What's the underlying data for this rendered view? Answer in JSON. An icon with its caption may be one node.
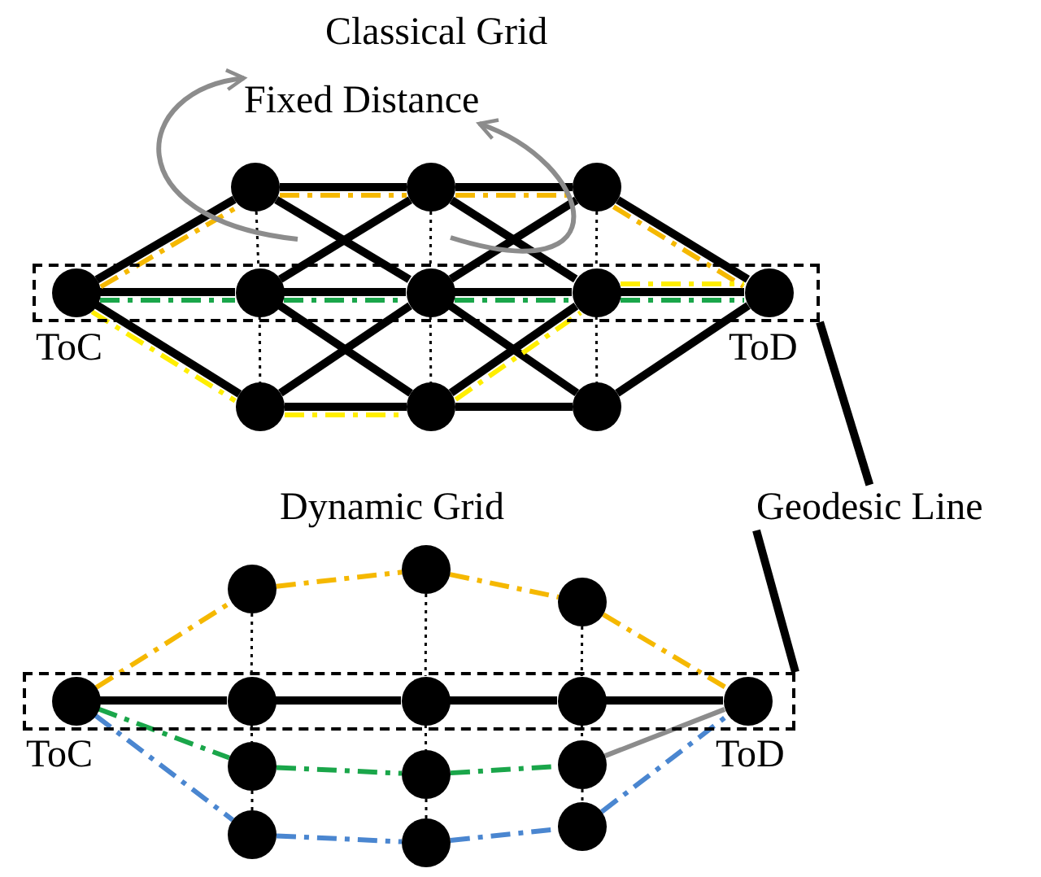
{
  "diagram": {
    "nodes": [
      {
        "text": [
          "Fixed Distance"
        ]
      },
      {
        "text": [
          "Geodesic Line"
        ]
      },
      {
        "text": [],
        "shape": "box"
      },
      {
        "text": [],
        "shape": "circle",
        "in": 2,
        "beside": [
          "ToC"
        ]
      },
      {
        "text": [],
        "shape": "circle",
        "in": 2
      },
      {
        "text": [],
        "shape": "circle",
        "in": 2
      },
      {
        "text": [],
        "shape": "circle",
        "in": 2
      },
      {
        "text": [],
        "shape": "circle",
        "in": 2,
        "beside": [
          "ToD"
        ]
      },
      {
        "text": [],
        "shape": "circle"
      },
      {
        "text": [],
        "shape": "circle"
      },
      {
        "text": [],
        "shape": "circle"
      },
      {
        "text": [],
        "shape": "circle"
      },
      {
        "text": [],
        "shape": "circle"
      },
      {
        "text": [],
        "shape": "circle"
      },
      {
        "text": [],
        "shape": "box"
      },
      {
        "text": [],
        "shape": "circle",
        "in": 14,
        "beside": [
          "ToC"
        ]
      },
      {
        "text": [],
        "shape": "circle",
        "in": 14
      },
      {
        "text": [],
        "shape": "circle",
        "in": 14
      },
      {
        "text": [],
        "shape": "circle",
        "in": 14
      },
      {
        "text": [],
        "shape": "circle",
        "in": 14,
        "beside": [
          "ToD"
        ]
      },
      {
        "text": [],
        "shape": "circle"
      },
      {
        "text": [],
        "shape": "circle"
      },
      {
        "text": [],
        "shape": "circle"
      },
      {
        "text": [],
        "shape": "circle"
      },
      {
        "text": [],
        "shape": "circle"
      },
      {
        "text": [],
        "shape": "circle"
      },
      {
        "text": [],
        "shape": "circle"
      },
      {
        "text": [],
        "shape": "circle"
      },
      {
        "text": [],
        "shape": "circle"
      }
    ],
    "edges": [
      {
        "from": 3,
        "to": 8,
        "arrow": "none"
      },
      {
        "from": 3,
        "to": 4,
        "arrow": "none"
      },
      {
        "from": 3,
        "to": 11,
        "arrow": "none"
      },
      {
        "from": 8,
        "to": 9,
        "arrow": "none"
      },
      {
        "from": 9,
        "to": 10,
        "arrow": "none"
      },
      {
        "from": 10,
        "to": 7,
        "arrow": "none"
      },
      {
        "from": 4,
        "to": 5,
        "arrow": "none"
      },
      {
        "from": 5,
        "to": 6,
        "arrow": "none"
      },
      {
        "from": 6,
        "to": 7,
        "arrow": "none"
      },
      {
        "from": 11,
        "to": 12,
        "arrow": "none"
      },
      {
        "from": 12,
        "to": 13,
        "arrow": "none"
      },
      {
        "from": 13,
        "to": 7,
        "arrow": "none"
      },
      {
        "from": 8,
        "to": 5,
        "arrow": "none"
      },
      {
        "from": 4,
        "to": 9,
        "arrow": "none"
      },
      {
        "from": 9,
        "to": 6,
        "arrow": "none"
      },
      {
        "from": 5,
        "to": 10,
        "arrow": "none"
      },
      {
        "from": 4,
        "to": 12,
        "arrow": "none"
      },
      {
        "from": 11,
        "to": 5,
        "arrow": "none"
      },
      {
        "from": 5,
        "to": 13,
        "arrow": "none"
      },
      {
        "from": 12,
        "to": 6,
        "arrow": "none"
      },
      {
        "from": 8,
        "to": 4,
        "arrow": "none",
        "style": "dashed"
      },
      {
        "from": 9,
        "to": 5,
        "arrow": "none",
        "style": "dashed"
      },
      {
        "from": 10,
        "to": 6,
        "arrow": "none",
        "style": "dashed"
      },
      {
        "from": 4,
        "to": 11,
        "arrow": "none",
        "style": "dashed"
      },
      {
        "from": 5,
        "to": 12,
        "arrow": "none",
        "style": "dashed"
      },
      {
        "from": 6,
        "to": 13,
        "arrow": "none",
        "style": "dashed"
      },
      {
        "from": 3,
        "to": 8,
        "arrow": "none",
        "style": "dashed",
        "color": "#f5b800"
      },
      {
        "from": 8,
        "to": 9,
        "arrow": "none",
        "style": "dashed",
        "color": "#f5b800"
      },
      {
        "from": 9,
        "to": 10,
        "arrow": "none",
        "style": "dashed",
        "color": "#f5b800"
      },
      {
        "from": 10,
        "to": 7,
        "arrow": "none",
        "style": "dashed",
        "color": "#f5b800"
      },
      {
        "from": 3,
        "to": 4,
        "arrow": "none",
        "style": "dashed",
        "color": "#1aa64a"
      },
      {
        "from": 4,
        "to": 5,
        "arrow": "none",
        "style": "dashed",
        "color": "#1aa64a"
      },
      {
        "from": 5,
        "to": 6,
        "arrow": "none",
        "style": "dashed",
        "color": "#1aa64a"
      },
      {
        "from": 6,
        "to": 7,
        "arrow": "none",
        "style": "dashed",
        "color": "#1aa64a"
      },
      {
        "from": 3,
        "to": 11,
        "arrow": "none",
        "style": "dashed",
        "color": "#ffee00"
      },
      {
        "from": 11,
        "to": 12,
        "arrow": "none",
        "style": "dashed",
        "color": "#ffee00"
      },
      {
        "from": 12,
        "to": 6,
        "arrow": "none",
        "style": "dashed",
        "color": "#ffee00"
      },
      {
        "from": 6,
        "to": 7,
        "arrow": "none",
        "style": "dashed",
        "color": "#ffee00"
      },
      {
        "from": null,
        "to": 0,
        "arrow": "to",
        "color": "#8c8c8c"
      },
      {
        "from": null,
        "to": 0,
        "arrow": "to",
        "color": "#8c8c8c"
      },
      {
        "from": 1,
        "to": 2,
        "arrow": "none"
      },
      {
        "from": 1,
        "to": 14,
        "arrow": "none"
      },
      {
        "from": 15,
        "to": 16,
        "arrow": "none"
      },
      {
        "from": 16,
        "to": 17,
        "arrow": "none"
      },
      {
        "from": 17,
        "to": 18,
        "arrow": "none"
      },
      {
        "from": 18,
        "to": 19,
        "arrow": "none"
      },
      {
        "from": 20,
        "to": 16,
        "arrow": "none",
        "style": "dashed"
      },
      {
        "from": 21,
        "to": 17,
        "arrow": "none",
        "style": "dashed"
      },
      {
        "from": 22,
        "to": 18,
        "arrow": "none",
        "style": "dashed"
      },
      {
        "from": 16,
        "to": 23,
        "arrow": "none",
        "style": "dashed"
      },
      {
        "from": 17,
        "to": 24,
        "arrow": "none",
        "style": "dashed"
      },
      {
        "from": 18,
        "to": 25,
        "arrow": "none",
        "style": "dashed"
      },
      {
        "from": 23,
        "to": 26,
        "arrow": "none",
        "style": "dashed"
      },
      {
        "from": 24,
        "to": 27,
        "arrow": "none",
        "style": "dashed"
      },
      {
        "from": 25,
        "to": 28,
        "arrow": "none",
        "style": "dashed"
      },
      {
        "from": 15,
        "to": 20,
        "arrow": "none",
        "style": "dashed",
        "color": "#f5b800"
      },
      {
        "from": 20,
        "to": 21,
        "arrow": "none",
        "style": "dashed",
        "color": "#f5b800"
      },
      {
        "from": 21,
        "to": 22,
        "arrow": "none",
        "style": "dashed",
        "color": "#f5b800"
      },
      {
        "from": 22,
        "to": 19,
        "arrow": "none",
        "style": "dashed",
        "color": "#f5b800"
      },
      {
        "from": 15,
        "to": 23,
        "arrow": "none",
        "style": "dashed",
        "color": "#1aa64a"
      },
      {
        "from": 23,
        "to": 24,
        "arrow": "none",
        "style": "dashed",
        "color": "#1aa64a"
      },
      {
        "from": 24,
        "to": 25,
        "arrow": "none",
        "style": "dashed",
        "color": "#1aa64a"
      },
      {
        "from": 25,
        "to": 19,
        "arrow": "none",
        "color": "#8c8c8c"
      },
      {
        "from": 15,
        "to": 26,
        "arrow": "none",
        "style": "dashed",
        "color": "#4a86d0"
      },
      {
        "from": 26,
        "to": 27,
        "arrow": "none",
        "style": "dashed",
        "color": "#4a86d0"
      },
      {
        "from": 27,
        "to": 28,
        "arrow": "none",
        "style": "dashed",
        "color": "#4a86d0"
      },
      {
        "from": 28,
        "to": 19,
        "arrow": "none",
        "style": "dashed",
        "color": "#4a86d0"
      }
    ],
    "labels": [
      "Classical Grid",
      "Dynamic Grid"
    ]
  }
}
